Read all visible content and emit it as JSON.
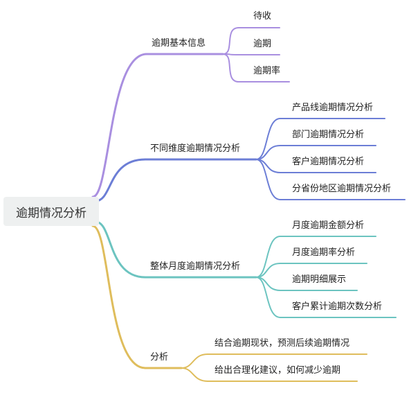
{
  "root": {
    "label": "逾期情况分析"
  },
  "branches": [
    {
      "label": "逾期基本信息",
      "color": "#a98fe0",
      "children": [
        "待收",
        "逾期",
        "逾期率"
      ]
    },
    {
      "label": "不同维度逾期情况分析",
      "color": "#6c7ed6",
      "children": [
        "产品线逾期情况分析",
        "部门逾期情况分析",
        "客户逾期情况分析",
        "分省份地区逾期情况分析"
      ]
    },
    {
      "label": "整体月度逾期情况分析",
      "color": "#6cc4c0",
      "children": [
        "月度逾期金额分析",
        "月度逾期率分析",
        "逾期明细展示",
        "客户累计逾期次数分析"
      ]
    },
    {
      "label": "分析",
      "color": "#dfbd5c",
      "children": [
        "结合逾期现状，预测后续逾期情况",
        "给出合理化建议，如何减少逾期"
      ]
    }
  ]
}
